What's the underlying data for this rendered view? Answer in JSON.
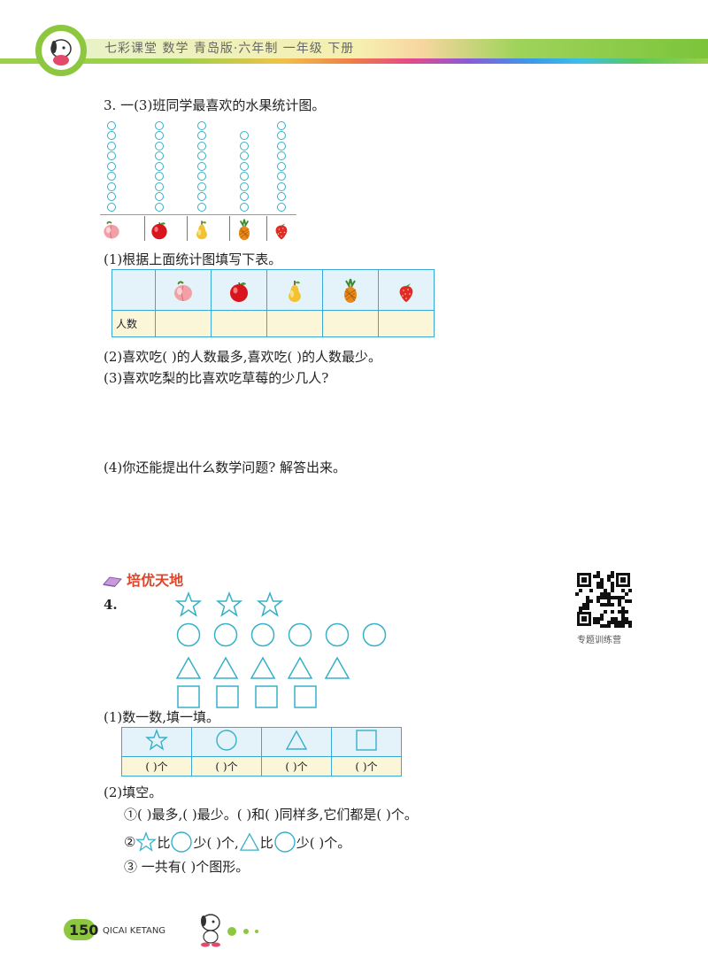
{
  "header": {
    "series": "七彩课堂  数学 青岛版·六年制 一年级 下册"
  },
  "q3": {
    "title": "3. 一(3)班同学最喜欢的水果统计图。",
    "counts": [
      9,
      9,
      9,
      8,
      9
    ],
    "fruits": [
      "peach-icon",
      "apple-icon",
      "pear-icon",
      "pineapple-icon",
      "strawberry-icon"
    ],
    "sub1": "(1)根据上面统计图填写下表。",
    "row_label": "人数",
    "sub2": "(2)喜欢吃(      )的人数最多,喜欢吃(      )的人数最少。",
    "sub3": "(3)喜欢吃梨的比喜欢吃草莓的少几人?",
    "sub4": "(4)你还能提出什么数学问题? 解答出来。"
  },
  "section": {
    "title": "培优天地",
    "qr_caption": "专题训练营"
  },
  "q4": {
    "number": "4.",
    "stars": 3,
    "circles": 6,
    "triangles": 5,
    "squares": 4,
    "sub1": "(1)数一数,填一填。",
    "cell_text": "(      )个",
    "sub2": "(2)填空。",
    "line1": "①(      )最多,(      )最少。(      )和(      )同样多,它们都是(      )个。",
    "line2_a": "②",
    "line2_b": "比",
    "line2_c": "少(      )个,",
    "line2_d": "比",
    "line2_e": "少(      )个。",
    "line3": "③  一共有(      )个图形。"
  },
  "footer": {
    "page": "150",
    "brand": "QICAI KETANG"
  },
  "colors": {
    "accent": "#3aa8d6",
    "green": "#8dc63f",
    "section": "#e0452a",
    "shape": "#36b0c8"
  }
}
